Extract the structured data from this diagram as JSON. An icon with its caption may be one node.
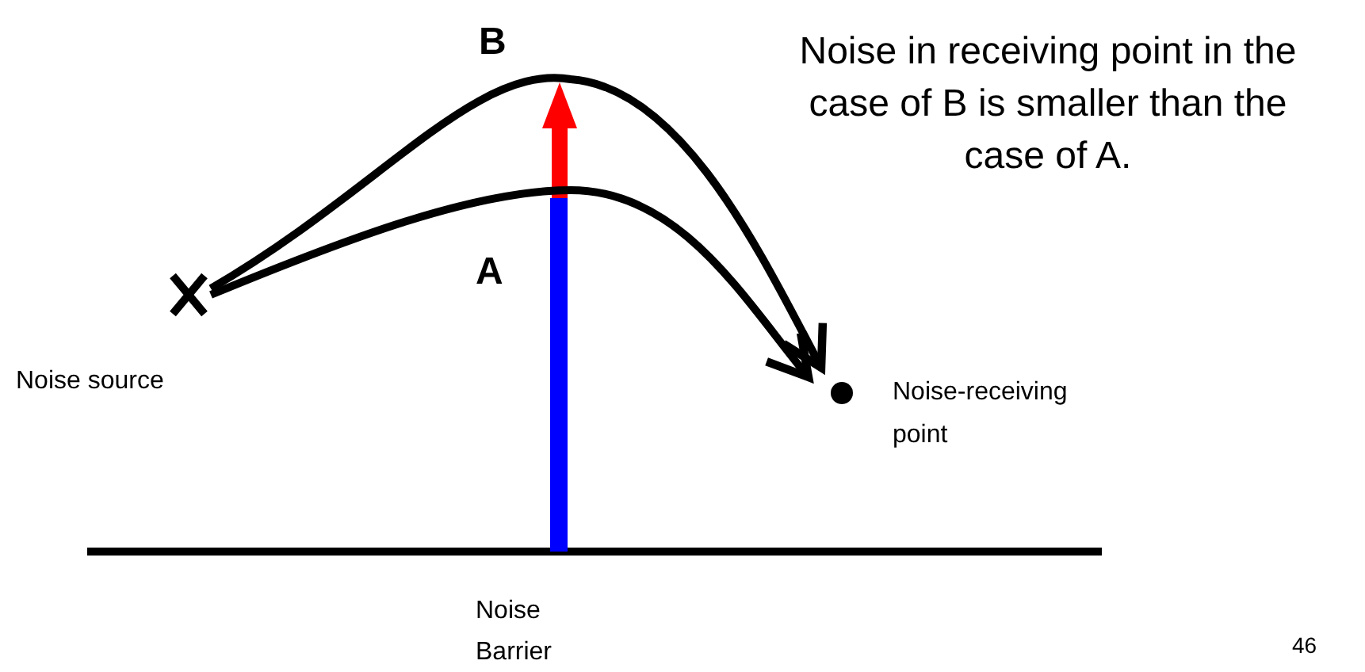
{
  "diagram": {
    "nodes": [
      {
        "text": [],
        "shape": "cross",
        "beside": [
          "Noise source"
        ]
      },
      {
        "text": [],
        "shape": "circle",
        "beside": [
          "Noise-receiving point"
        ]
      },
      {
        "text": [],
        "shape": "bar",
        "beside": [
          "Noise Barrier"
        ]
      }
    ],
    "edges": [
      {
        "from": 0,
        "to": 1,
        "arrow": "to"
      },
      {
        "from": 0,
        "to": 1,
        "arrow": "to"
      }
    ],
    "labels": [
      "B",
      "A",
      "Noise in receiving point in the case of B is smaller than the case of A.",
      "46"
    ]
  }
}
